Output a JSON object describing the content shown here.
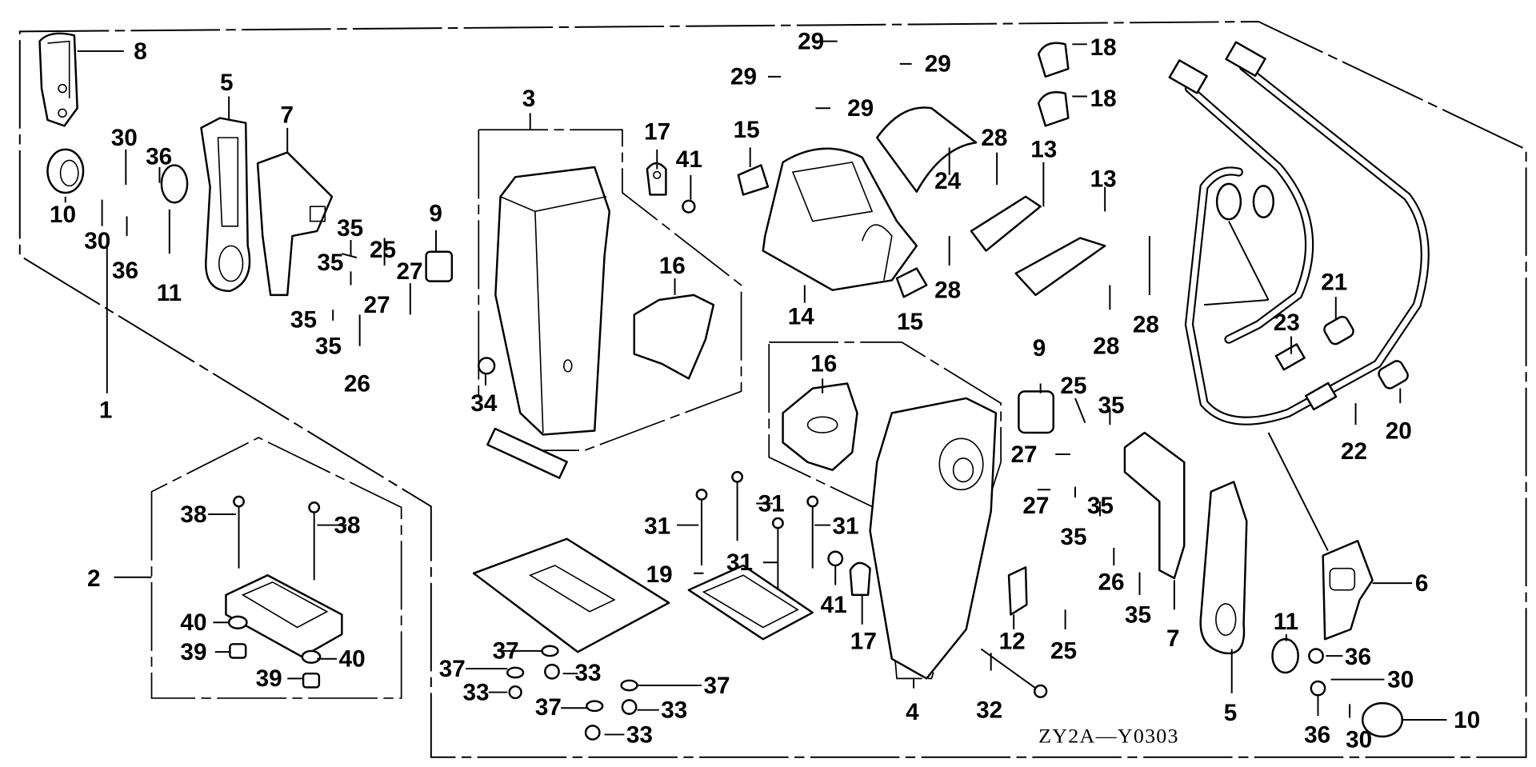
{
  "diagram": {
    "title": "Remote control box exploded parts diagram",
    "drawing_code": "ZY2A—Y0303",
    "callouts": [
      {
        "id": "c8",
        "label": "8"
      },
      {
        "id": "c5a",
        "label": "5"
      },
      {
        "id": "c7a",
        "label": "7"
      },
      {
        "id": "c30a",
        "label": "30"
      },
      {
        "id": "c36a",
        "label": "36"
      },
      {
        "id": "c10a",
        "label": "10"
      },
      {
        "id": "c30b",
        "label": "30"
      },
      {
        "id": "c36b",
        "label": "36"
      },
      {
        "id": "c11a",
        "label": "11"
      },
      {
        "id": "c35a",
        "label": "35"
      },
      {
        "id": "c25a",
        "label": "25"
      },
      {
        "id": "c35b",
        "label": "35"
      },
      {
        "id": "c27a",
        "label": "27"
      },
      {
        "id": "c35c",
        "label": "35"
      },
      {
        "id": "c27b",
        "label": "27"
      },
      {
        "id": "c35d",
        "label": "35"
      },
      {
        "id": "c26a",
        "label": "26"
      },
      {
        "id": "c9a",
        "label": "9"
      },
      {
        "id": "c1",
        "label": "1"
      },
      {
        "id": "c3",
        "label": "3"
      },
      {
        "id": "c34",
        "label": "34"
      },
      {
        "id": "c16a",
        "label": "16"
      },
      {
        "id": "c17a",
        "label": "17"
      },
      {
        "id": "c41a",
        "label": "41"
      },
      {
        "id": "c15a",
        "label": "15"
      },
      {
        "id": "c29a",
        "label": "29"
      },
      {
        "id": "c29b",
        "label": "29"
      },
      {
        "id": "c29c",
        "label": "29"
      },
      {
        "id": "c29d",
        "label": "29"
      },
      {
        "id": "c14",
        "label": "14"
      },
      {
        "id": "c24",
        "label": "24"
      },
      {
        "id": "c15b",
        "label": "15"
      },
      {
        "id": "c28a",
        "label": "28"
      },
      {
        "id": "c28b",
        "label": "28"
      },
      {
        "id": "c13a",
        "label": "13"
      },
      {
        "id": "c13b",
        "label": "13"
      },
      {
        "id": "c28c",
        "label": "28"
      },
      {
        "id": "c28d",
        "label": "28"
      },
      {
        "id": "c18a",
        "label": "18"
      },
      {
        "id": "c18b",
        "label": "18"
      },
      {
        "id": "c21",
        "label": "21"
      },
      {
        "id": "c23",
        "label": "23"
      },
      {
        "id": "c20",
        "label": "20"
      },
      {
        "id": "c22",
        "label": "22"
      },
      {
        "id": "c2",
        "label": "2"
      },
      {
        "id": "c38a",
        "label": "38"
      },
      {
        "id": "c38b",
        "label": "38"
      },
      {
        "id": "c40a",
        "label": "40"
      },
      {
        "id": "c39a",
        "label": "39"
      },
      {
        "id": "c40b",
        "label": "40"
      },
      {
        "id": "c39b",
        "label": "39"
      },
      {
        "id": "c16b",
        "label": "16"
      },
      {
        "id": "c4",
        "label": "4"
      },
      {
        "id": "c31a",
        "label": "31"
      },
      {
        "id": "c31b",
        "label": "31"
      },
      {
        "id": "c31c",
        "label": "31"
      },
      {
        "id": "c31d",
        "label": "31"
      },
      {
        "id": "c19",
        "label": "19"
      },
      {
        "id": "c41b",
        "label": "41"
      },
      {
        "id": "c17b",
        "label": "17"
      },
      {
        "id": "c37a",
        "label": "37"
      },
      {
        "id": "c37b",
        "label": "37"
      },
      {
        "id": "c33a",
        "label": "33"
      },
      {
        "id": "c33b",
        "label": "33"
      },
      {
        "id": "c37c",
        "label": "37"
      },
      {
        "id": "c37d",
        "label": "37"
      },
      {
        "id": "c33c",
        "label": "33"
      },
      {
        "id": "c33d",
        "label": "33"
      },
      {
        "id": "c9b",
        "label": "9"
      },
      {
        "id": "c25b",
        "label": "25"
      },
      {
        "id": "c35e",
        "label": "35"
      },
      {
        "id": "c27c",
        "label": "27"
      },
      {
        "id": "c27d",
        "label": "27"
      },
      {
        "id": "c35f",
        "label": "35"
      },
      {
        "id": "c35g",
        "label": "35"
      },
      {
        "id": "c26b",
        "label": "26"
      },
      {
        "id": "c35h",
        "label": "35"
      },
      {
        "id": "c7b",
        "label": "7"
      },
      {
        "id": "c12",
        "label": "12"
      },
      {
        "id": "c25c",
        "label": "25"
      },
      {
        "id": "c32",
        "label": "32"
      },
      {
        "id": "c5b",
        "label": "5"
      },
      {
        "id": "c6",
        "label": "6"
      },
      {
        "id": "c11b",
        "label": "11"
      },
      {
        "id": "c36c",
        "label": "36"
      },
      {
        "id": "c30c",
        "label": "30"
      },
      {
        "id": "c36d",
        "label": "36"
      },
      {
        "id": "c30d",
        "label": "30"
      },
      {
        "id": "c10b",
        "label": "10"
      }
    ]
  }
}
